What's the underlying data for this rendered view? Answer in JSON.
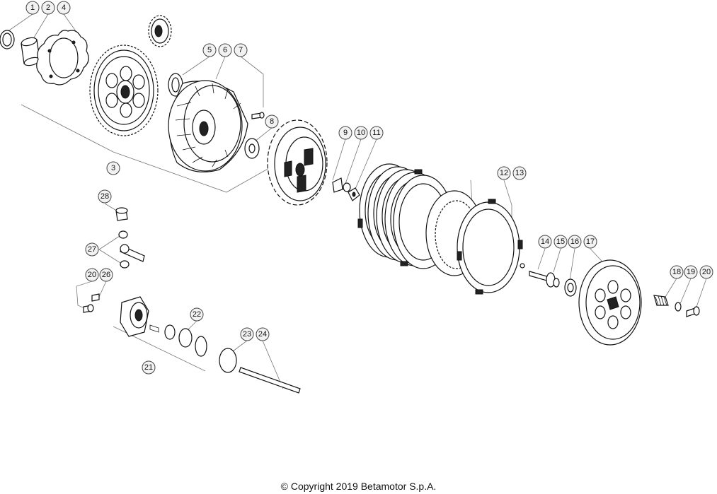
{
  "callouts": {
    "c1": "1",
    "c2": "2",
    "c4": "4",
    "c3": "3",
    "c5": "5",
    "c6": "6",
    "c7": "7",
    "c8": "8",
    "c9": "9",
    "c10": "10",
    "c11": "11",
    "c12": "12",
    "c13": "13",
    "c14": "14",
    "c15": "15",
    "c16": "16",
    "c17": "17",
    "c18": "18",
    "c19": "19",
    "c20a": "20",
    "c28": "28",
    "c27": "27",
    "c20b": "20",
    "c26": "26",
    "c22": "22",
    "c21": "21",
    "c23": "23",
    "c24": "24"
  },
  "footer": {
    "copyright": "© Copyright 2019 Betamotor S.p.A."
  }
}
